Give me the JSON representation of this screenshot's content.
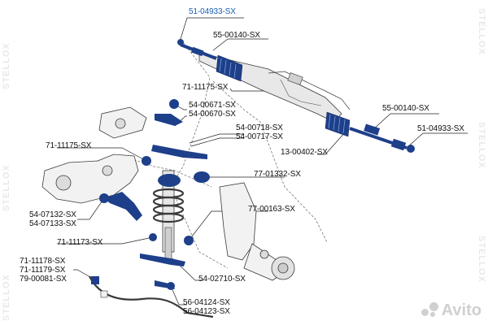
{
  "diagram": {
    "part_labels": {
      "top_tie_rod_end": "51-04933-SX",
      "left_inner_tie_rod": "55-00140-SX",
      "left_bushing": "71-11175-SX",
      "upper_arm_front": "54-00671-SX",
      "upper_arm_rear": "54-00670-SX",
      "arm_lower_a": "54-00718-SX",
      "arm_lower_b": "54-00717-SX",
      "right_inner_tie_rod": "55-00140-SX",
      "right_tie_rod_end": "51-04933-SX",
      "mid_bushing": "71-11175-SX",
      "steering_boot": "13-00402-SX",
      "strut_mount": "77-01332-SX",
      "track_control_a": "54-07132-SX",
      "track_control_b": "54-07133-SX",
      "hub_bearing_side": "77-00163-SX",
      "lower_bushing": "71-11173-SX",
      "stab_bushing_a": "71-11178-SX",
      "stab_bushing_b": "71-11179-SX",
      "stab_link": "79-00081-SX",
      "guide_arm": "54-02710-SX",
      "tie_link_a": "56-04124-SX",
      "tie_link_b": "56-04123-SX"
    },
    "watermark_text": "STELLOX",
    "marketplace_badge": "Avito"
  },
  "colors": {
    "highlight_label": "#1a5fb4",
    "part_blue": "#1e3f8a",
    "outline": "#3a3a3a"
  }
}
